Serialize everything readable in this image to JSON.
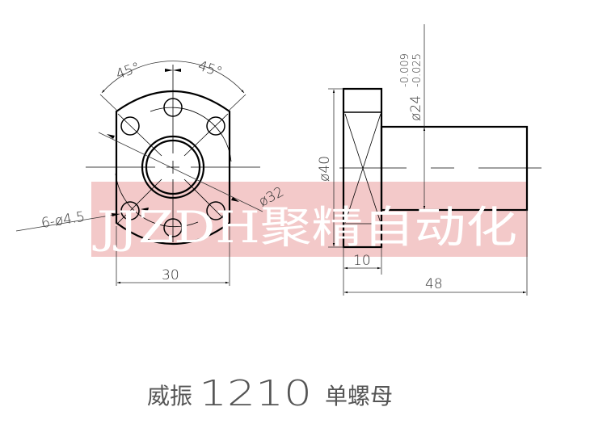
{
  "front_view": {
    "angle_left": "45°",
    "angle_right": "45°",
    "holes_label": "6-ø4.5",
    "pitch_dia_label": "ø32",
    "width_label": "30"
  },
  "side_view": {
    "flange_dia_label": "ø40",
    "shaft_dia_label": "ø24",
    "tol_upper": "-0.009",
    "tol_lower": "-0.025",
    "flange_thickness_label": "10",
    "length_label": "48"
  },
  "watermark": {
    "text": "JJZDH聚精自动化",
    "color": "#f3c9c9"
  },
  "caption": {
    "brand": "威振",
    "model": "1210",
    "type": "单螺母"
  }
}
